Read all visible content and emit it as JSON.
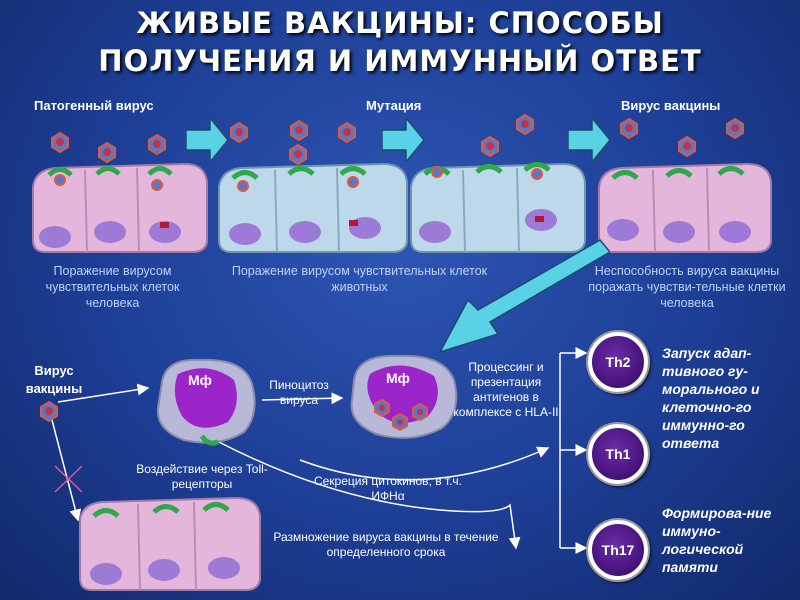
{
  "title": {
    "line1": "ЖИВЫЕ ВАКЦИНЫ: СПОСОБЫ",
    "line2": "ПОЛУЧЕНИЯ И ИММУННЫЙ ОТВЕТ"
  },
  "top": {
    "stage1_label": "Патогенный вирус",
    "stage2_label": "Мутация",
    "stage3_label": "Вирус вакцины",
    "caption1": "Поражение вирусом чувствительных клеток человека",
    "caption2": "Поражение вирусом чувствительных клеток животных",
    "caption3": "Неспособность вируса вакцины поражать чувстви-тельные клетки человека"
  },
  "bottom": {
    "vaccine_virus_label": "Вирус вакцины",
    "mf1_label": "Мф",
    "mf2_label": "Мф",
    "pinocytosis": "Пиноцитоз вируса",
    "processing": "Процессинг и презентация антигенов в комплексе с HLA-II",
    "toll": "Воздействие через Toll-рецепторы",
    "cytokines": "Секреция цитокинов, в т.ч. ИФНα",
    "replication": "Размножение вируса вакцины в течение определенного срока",
    "th2": "Th2",
    "th1": "Th1",
    "th17": "Th17",
    "adaptive": "Запуск адап-тивного гу-морального и клеточно-го иммунно-го ответа",
    "memory": "Формирова-ние иммуно-логической памяти"
  },
  "colors": {
    "background": "#1d3e95",
    "arrow_cyan": "#5ad2e6",
    "human_cell": "#e8b9dd",
    "animal_cell": "#bcd9ea",
    "nucleus": "#9c7ad6",
    "macrophage": "#9b25c9"
  }
}
